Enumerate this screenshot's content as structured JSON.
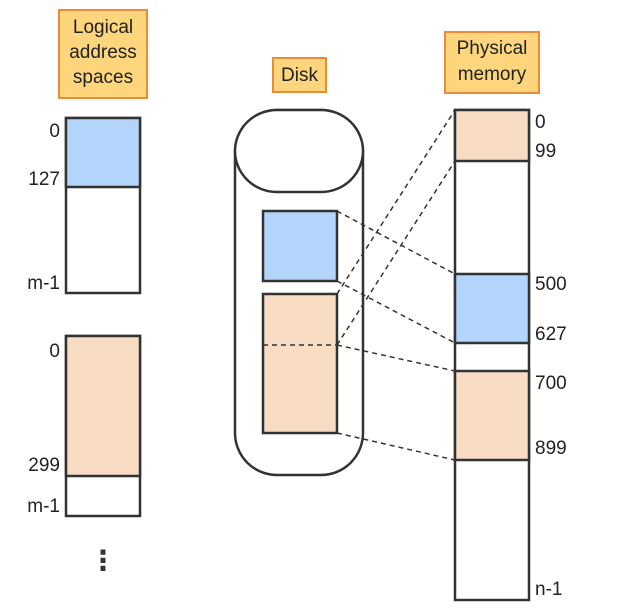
{
  "titles": {
    "logical": [
      "Logical",
      "address",
      "spaces"
    ],
    "disk": "Disk",
    "physical": [
      "Physical",
      "memory"
    ]
  },
  "logical_space_1": {
    "labels": [
      "0",
      "127",
      "m-1"
    ]
  },
  "logical_space_2": {
    "labels": [
      "0",
      "299",
      "m-1"
    ]
  },
  "more_indicator": "⋮",
  "physical_memory": {
    "labels": [
      "0",
      "99",
      "500",
      "627",
      "700",
      "899",
      "n-1"
    ]
  },
  "colors": {
    "blue_segment": "#b3d4fb",
    "orange_segment": "#f8dcc4",
    "title_fill": "#fcd57d",
    "title_border": "#e98c3a",
    "outline": "#333333"
  }
}
